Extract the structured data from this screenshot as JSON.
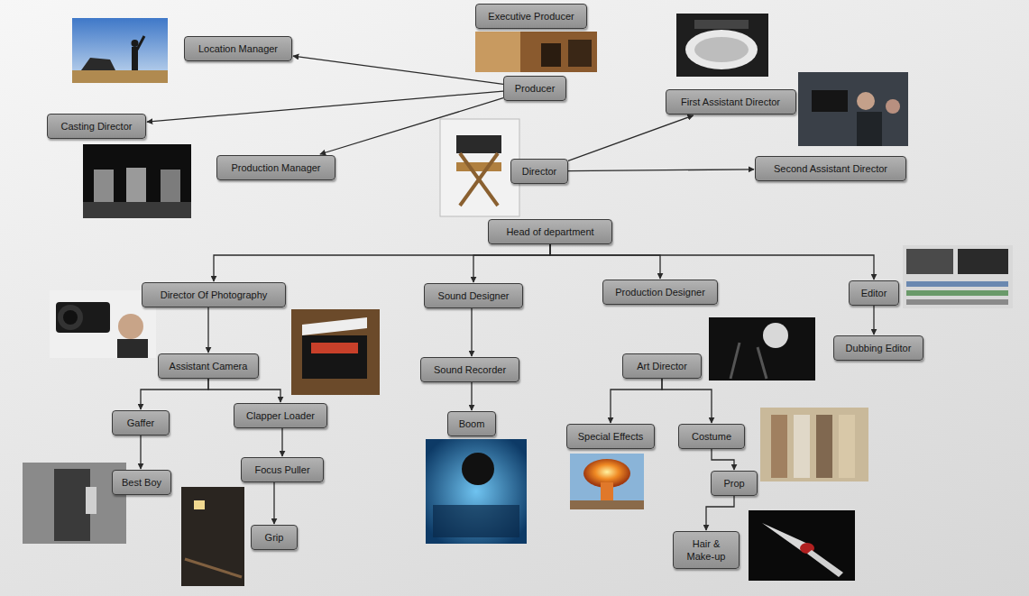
{
  "diagram": {
    "nodes": [
      {
        "text": [
          "Executive Producer"
        ]
      },
      {
        "text": [
          "Location Manager"
        ]
      },
      {
        "text": [
          "Producer"
        ]
      },
      {
        "text": [
          "Casting Director"
        ]
      },
      {
        "text": [
          "First Assistant Director"
        ]
      },
      {
        "text": [
          "Production Manager"
        ]
      },
      {
        "text": [
          "Director"
        ]
      },
      {
        "text": [
          "Second Assistant Director"
        ]
      },
      {
        "text": [
          "Head of department"
        ]
      },
      {
        "text": [
          "Director Of Photography"
        ]
      },
      {
        "text": [
          "Sound Designer"
        ]
      },
      {
        "text": [
          "Production Designer"
        ]
      },
      {
        "text": [
          "Editor"
        ]
      },
      {
        "text": [
          "Assistant Camera"
        ]
      },
      {
        "text": [
          "Sound Recorder"
        ]
      },
      {
        "text": [
          "Art Director"
        ]
      },
      {
        "text": [
          "Dubbing Editor"
        ]
      },
      {
        "text": [
          "Gaffer"
        ]
      },
      {
        "text": [
          "Clapper Loader"
        ]
      },
      {
        "text": [
          "Boom"
        ]
      },
      {
        "text": [
          "Special Effects"
        ]
      },
      {
        "text": [
          "Costume"
        ]
      },
      {
        "text": [
          "Focus Puller"
        ]
      },
      {
        "text": [
          "Best Boy"
        ]
      },
      {
        "text": [
          "Prop"
        ]
      },
      {
        "text": [
          "Grip"
        ]
      },
      {
        "text": [
          "Hair & Make-up"
        ]
      }
    ],
    "edges": [
      {
        "from": 2,
        "to": 1,
        "arrow": "to"
      },
      {
        "from": 2,
        "to": 3,
        "arrow": "to"
      },
      {
        "from": 2,
        "to": 5,
        "arrow": "to"
      },
      {
        "from": 6,
        "to": 4,
        "arrow": "to"
      },
      {
        "from": 6,
        "to": 7,
        "arrow": "to"
      },
      {
        "from": 8,
        "to": 9,
        "arrow": "to"
      },
      {
        "from": 8,
        "to": 10,
        "arrow": "to"
      },
      {
        "from": 8,
        "to": 11,
        "arrow": "to"
      },
      {
        "from": 8,
        "to": 12,
        "arrow": "to"
      },
      {
        "from": 9,
        "to": 13,
        "arrow": "to"
      },
      {
        "from": 13,
        "to": 17,
        "arrow": "to"
      },
      {
        "from": 13,
        "to": 18,
        "arrow": "to"
      },
      {
        "from": 17,
        "to": 23,
        "arrow": "to"
      },
      {
        "from": 18,
        "to": 22,
        "arrow": "to"
      },
      {
        "from": 22,
        "to": 25,
        "arrow": "to"
      },
      {
        "from": 10,
        "to": 14,
        "arrow": "to"
      },
      {
        "from": 14,
        "to": 19,
        "arrow": "to"
      },
      {
        "from": 15,
        "to": 20,
        "arrow": "to"
      },
      {
        "from": 15,
        "to": 21,
        "arrow": "to"
      },
      {
        "from": 21,
        "to": 24,
        "arrow": "to"
      },
      {
        "from": 24,
        "to": 26,
        "arrow": "to"
      },
      {
        "from": 12,
        "to": 16,
        "arrow": "to"
      }
    ]
  }
}
